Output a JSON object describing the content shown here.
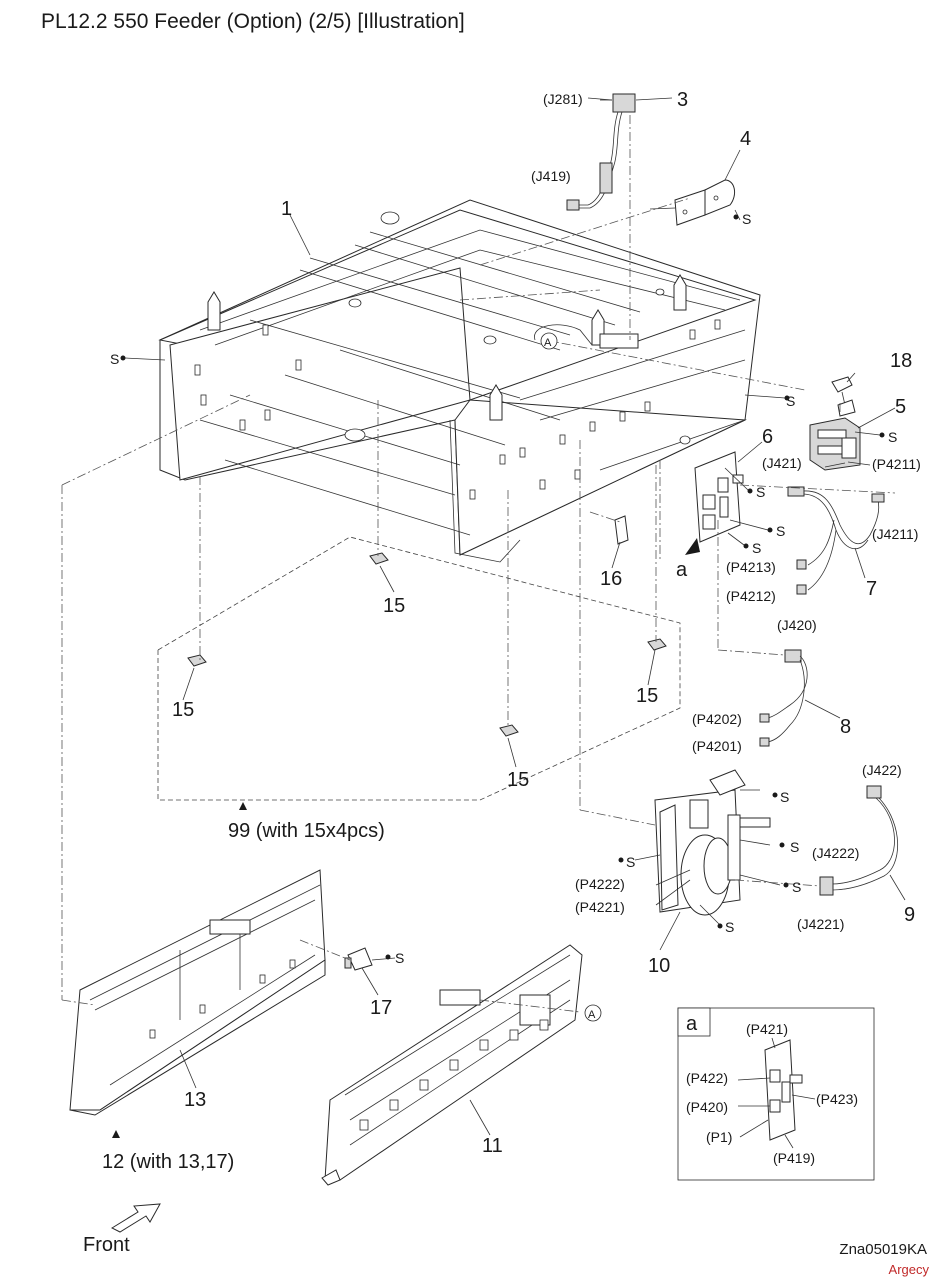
{
  "title": "PL12.2 550 Feeder (Option) (2/5)  [Illustration]",
  "doc_code": "Zna05019KA",
  "watermark": "Argecy",
  "front_label": "Front",
  "callouts": {
    "p1": "1",
    "p3": "3",
    "p4": "4",
    "p5": "5",
    "p6": "6",
    "p7": "7",
    "p8": "8",
    "p9": "9",
    "p10": "10",
    "p11": "11",
    "p13": "13",
    "p16": "16",
    "p17": "17",
    "p18": "18",
    "p15": "15",
    "p99": "99 (with 15x4pcs)",
    "p12": "12 (with 13,17)"
  },
  "connectors": {
    "j281": "(J281)",
    "j419": "(J419)",
    "j421": "(J421)",
    "p4211": "(P4211)",
    "j4211": "(J4211)",
    "p4213": "(P4213)",
    "p4212": "(P4212)",
    "j420": "(J420)",
    "p4202": "(P4202)",
    "p4201": "(P4201)",
    "j422": "(J422)",
    "j4222": "(J4222)",
    "j4221": "(J4221)",
    "p4222": "(P4222)",
    "p4221": "(P4221)"
  },
  "screw_label": "S",
  "ref_marker_a": "A",
  "view_a": {
    "tag": "a",
    "labels": {
      "p421": "(P421)",
      "p422": "(P422)",
      "p423": "(P423)",
      "p420": "(P420)",
      "p1": "(P1)",
      "p419": "(P419)"
    }
  }
}
